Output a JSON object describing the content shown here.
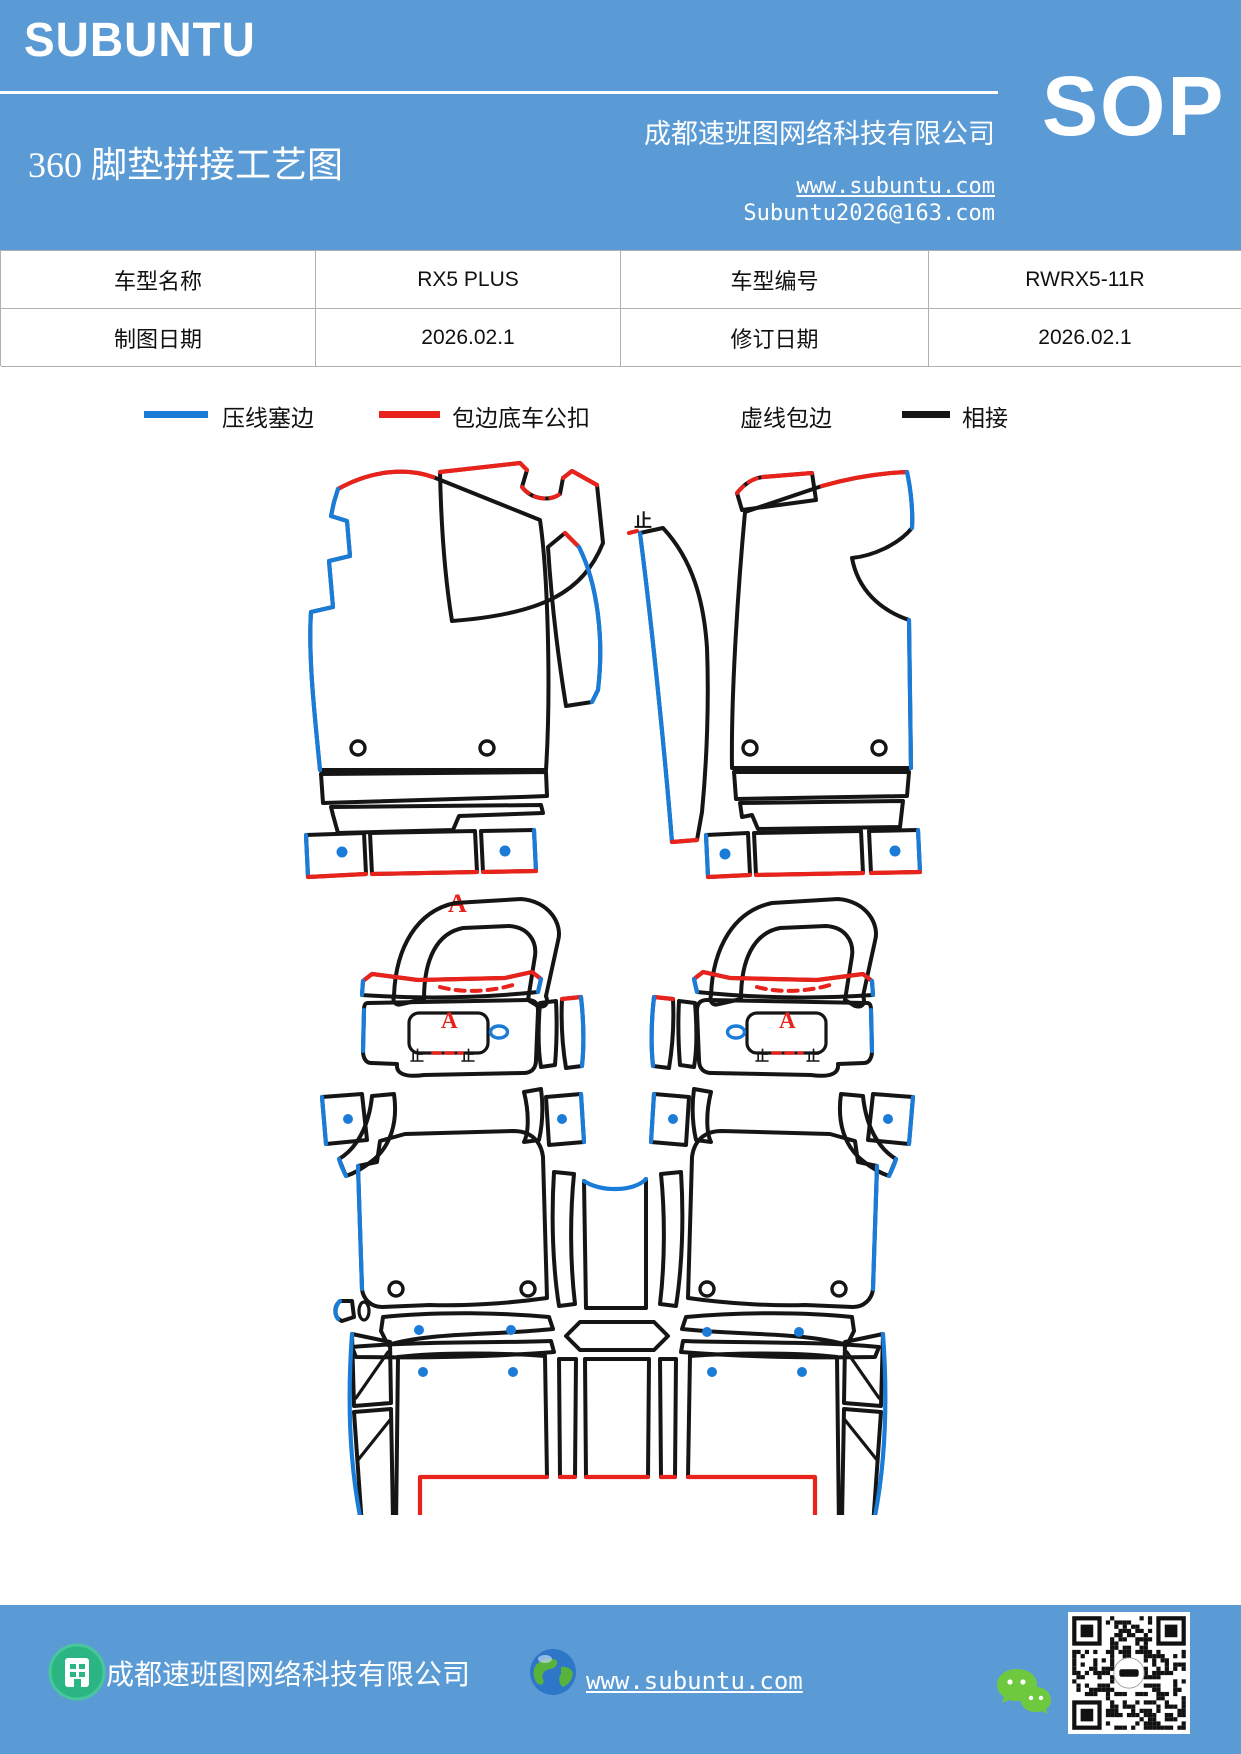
{
  "theme": {
    "banner_blue": "#5b9bd5",
    "line_blue": "#1b7cd8",
    "line_red": "#e8231c",
    "line_black": "#151515",
    "table_border": "#b0b0b0",
    "wechat_green": "#6fc93f",
    "home_icon_green": "#2ab583"
  },
  "header": {
    "brand": "SUBUNTU",
    "title": "360 脚垫拼接工艺图",
    "company": "成都速班图网络科技有限公司",
    "website": "www.subuntu.com",
    "email": "Subuntu2026@163.com",
    "sop": "SOP"
  },
  "table": {
    "rows": [
      [
        "车型名称",
        "RX5 PLUS",
        "车型编号",
        "RWRX5-11R"
      ],
      [
        "制图日期",
        "2026.02.1",
        "修订日期",
        "2026.02.1"
      ]
    ]
  },
  "legend": {
    "items": [
      {
        "label": "压线塞边",
        "style": "solid",
        "color": "#1b7cd8"
      },
      {
        "label": "包边底车公扣",
        "style": "solid",
        "color": "#e8231c"
      },
      {
        "label": "虚线包边",
        "style": "dotted",
        "color": "#e8231c"
      },
      {
        "label": "相接",
        "style": "solid",
        "color": "#151515"
      }
    ]
  },
  "diagram": {
    "label_a": "A",
    "label_stop": "止",
    "line_meaning": {
      "blue": "压线塞边",
      "red": "包边底车公扣",
      "red_dashed": "虚线包边",
      "black": "相接"
    }
  },
  "footer": {
    "company": "成都速班图网络科技有限公司",
    "website": "www.subuntu.com",
    "icons": [
      "home-icon",
      "globe-icon",
      "wechat-icon",
      "qr-code"
    ]
  }
}
